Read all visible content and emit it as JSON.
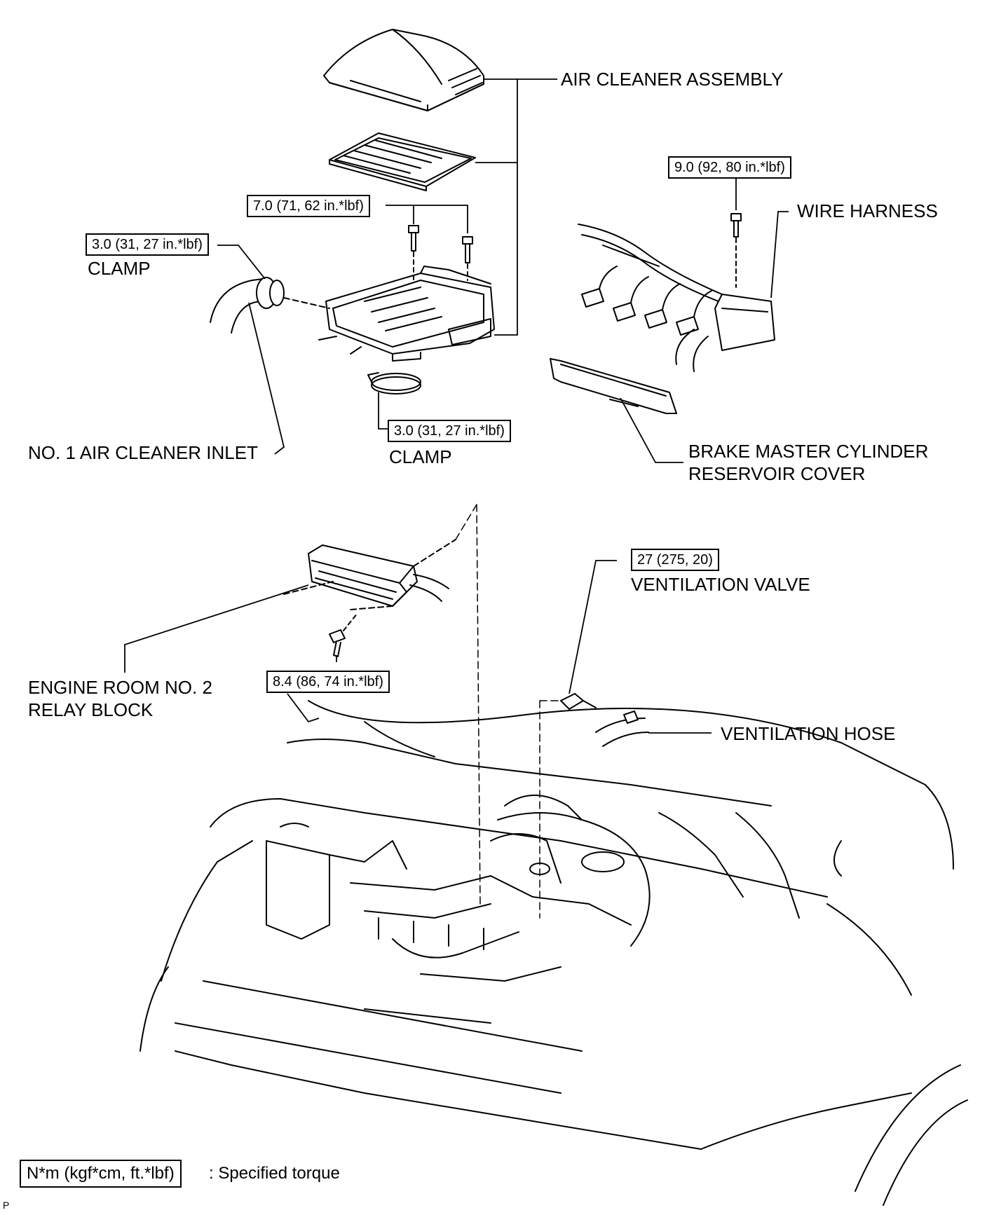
{
  "labels": {
    "air_cleaner_assembly": "AIR CLEANER ASSEMBLY",
    "wire_harness": "WIRE HARNESS",
    "clamp_left": "CLAMP",
    "clamp_bottom": "CLAMP",
    "no1_air_cleaner_inlet": "NO. 1 AIR CLEANER INLET",
    "brake_cover_line1": "BRAKE MASTER CYLINDER",
    "brake_cover_line2": "RESERVOIR COVER",
    "ventilation_valve": "VENTILATION VALVE",
    "relay_block_line1": "ENGINE ROOM NO. 2",
    "relay_block_line2": "RELAY BLOCK",
    "ventilation_hose": "VENTILATION HOSE"
  },
  "torques": {
    "air_cleaner_bolts": "7.0 (71, 62 in.*lbf)",
    "wire_harness_bolt": "9.0 (92, 80 in.*lbf)",
    "clamp_left": "3.0 (31, 27 in.*lbf)",
    "clamp_bottom": "3.0 (31, 27 in.*lbf)",
    "ventilation_valve": "27 (275, 20)",
    "relay_block_bolt": "8.4 (86, 74 in.*lbf)"
  },
  "legend": {
    "unit": "N*m (kgf*cm, ft.*lbf)",
    "meaning": ": Specified torque"
  },
  "page_code": "P"
}
